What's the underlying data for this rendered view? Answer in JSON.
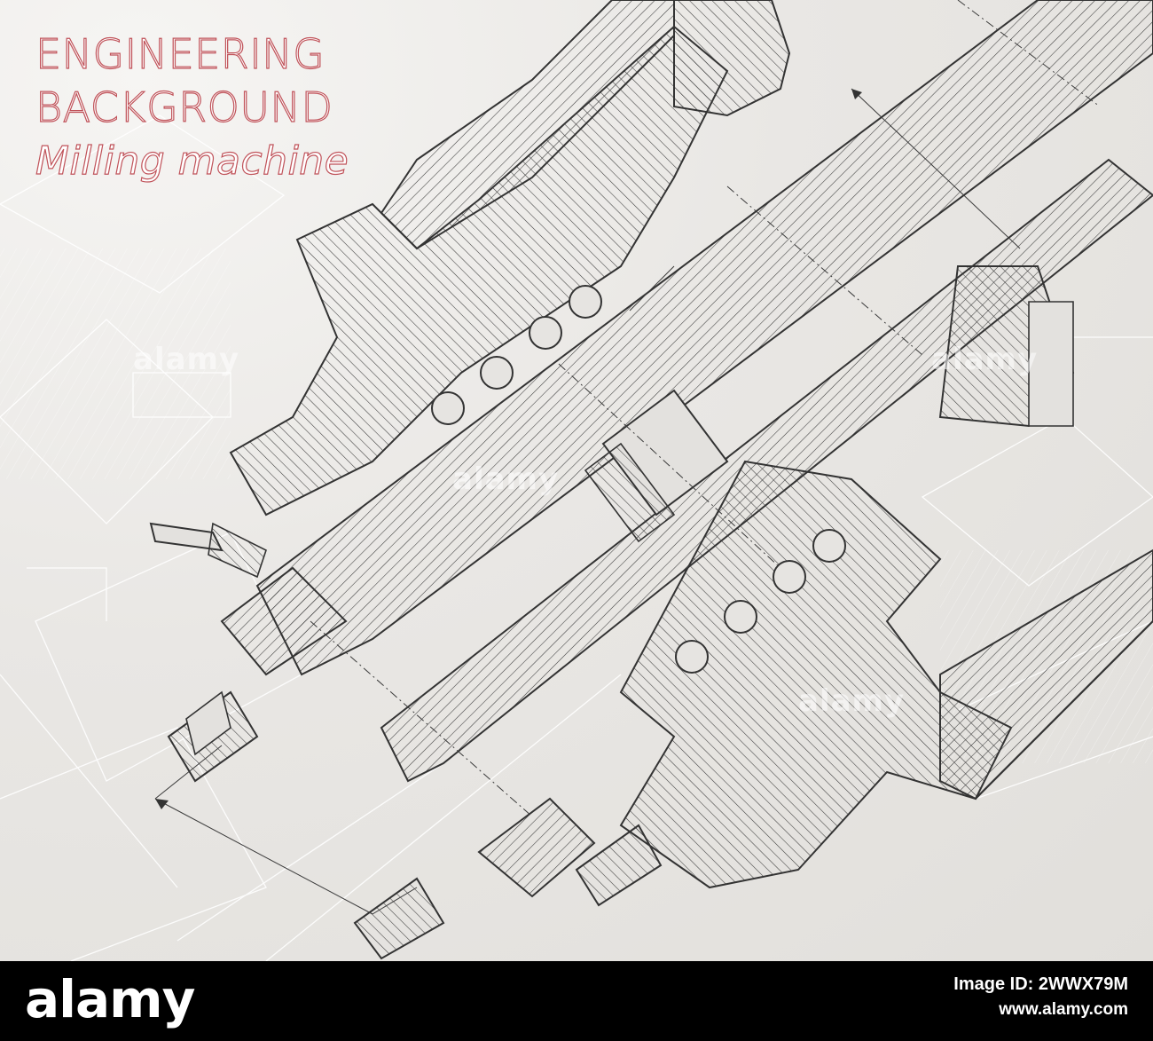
{
  "title": {
    "line1": "ENGINEERING",
    "line2": "BACKGROUND",
    "line3": "Milling machine"
  },
  "watermark": {
    "text": "alamy"
  },
  "footer": {
    "logo": "alamy",
    "image_id": "Image ID: 2WWX79M",
    "site": "www.alamy.com"
  },
  "colors": {
    "paper": "#e6e4e1",
    "ink": "#3a3a3a",
    "title_outline": "#c0535a",
    "footer_bg": "#000000"
  }
}
